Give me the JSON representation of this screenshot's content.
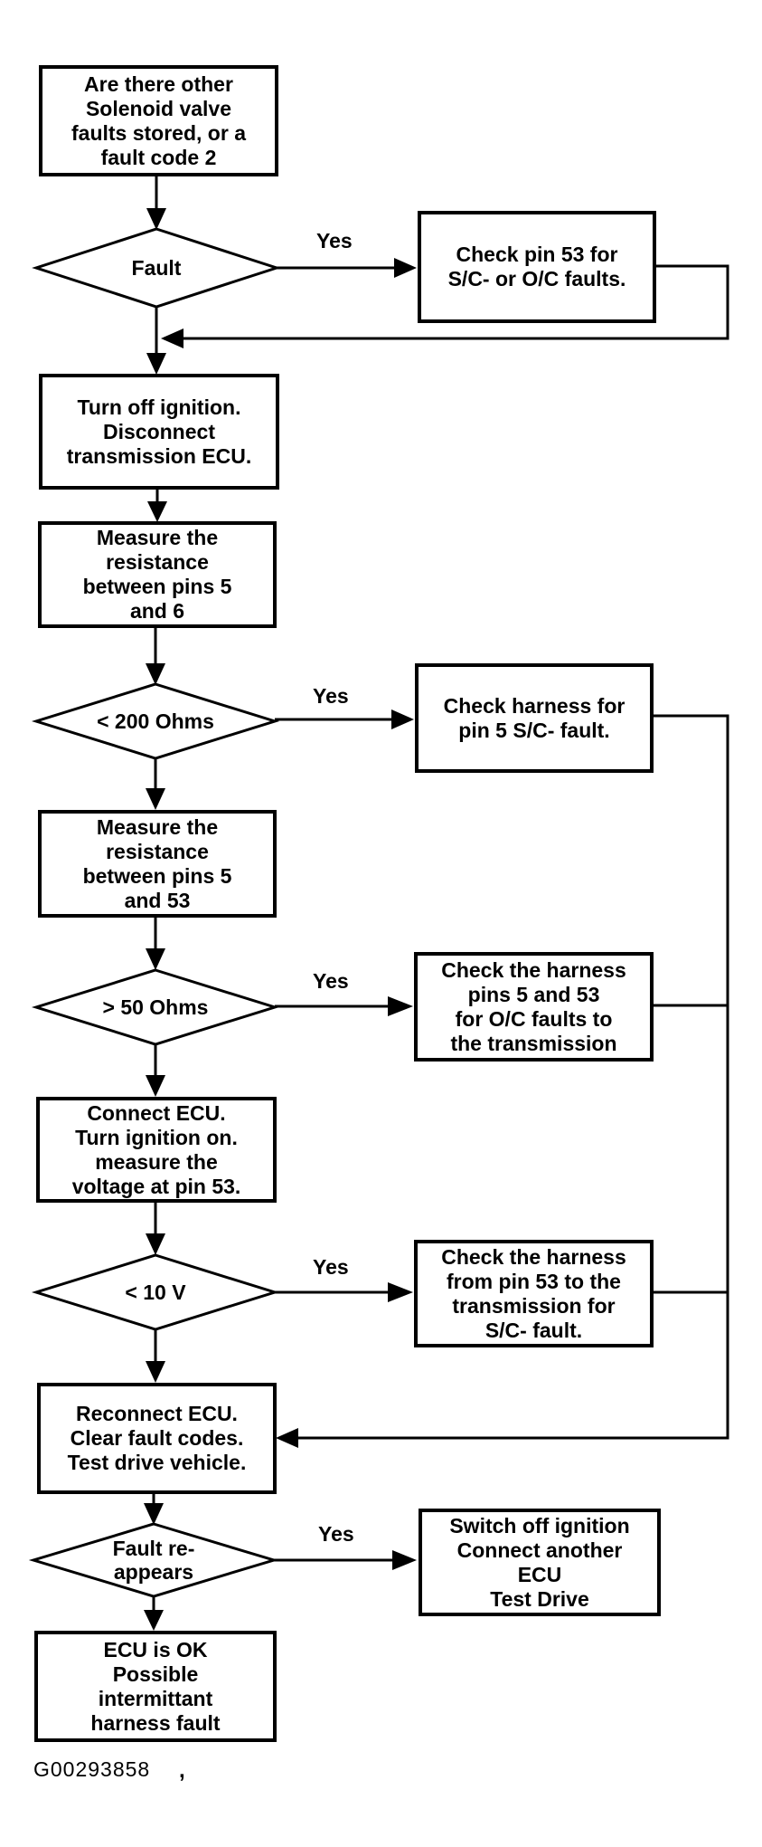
{
  "colors": {
    "ink": "#000000",
    "paper": "#ffffff"
  },
  "flowchart": {
    "yes_label": "Yes",
    "nodes": {
      "start": {
        "type": "process",
        "text": "Are there other\nSolenoid valve\nfaults stored, or a\nfault code 2"
      },
      "fault": {
        "type": "decision",
        "text": "Fault"
      },
      "check_pin53": {
        "type": "process",
        "text": "Check pin 53 for\nS/C- or O/C faults."
      },
      "turn_off_ignition": {
        "type": "process",
        "text": "Turn off ignition.\nDisconnect\ntransmission ECU."
      },
      "measure_pins_5_6": {
        "type": "process",
        "text": "Measure the\nresistance\nbetween pins 5\nand 6"
      },
      "under_200_ohms": {
        "type": "decision",
        "text": "< 200 Ohms"
      },
      "check_harness_pin5": {
        "type": "process",
        "text": "Check harness for\npin 5 S/C- fault."
      },
      "measure_pins_5_53": {
        "type": "process",
        "text": "Measure the\nresistance\nbetween pins 5\nand 53"
      },
      "over_50_ohms": {
        "type": "decision",
        "text": "> 50 Ohms"
      },
      "check_harness_5_53": {
        "type": "process",
        "text": "Check the harness\npins 5 and 53\nfor O/C faults to\nthe transmission"
      },
      "connect_ecu": {
        "type": "process",
        "text": "Connect ECU.\nTurn ignition on.\nmeasure the\nvoltage at pin 53."
      },
      "under_10_v": {
        "type": "decision",
        "text": "< 10 V"
      },
      "check_harness_53_trans": {
        "type": "process",
        "text": "Check the harness\nfrom pin 53 to the\ntransmission for\nS/C- fault."
      },
      "reconnect_ecu": {
        "type": "process",
        "text": "Reconnect ECU.\nClear fault codes.\nTest drive vehicle."
      },
      "fault_reappears": {
        "type": "decision",
        "text": "Fault re-\nappears"
      },
      "switch_off_ignition": {
        "type": "process",
        "text": "Switch off ignition\nConnect another\nECU\nTest Drive"
      },
      "ecu_ok": {
        "type": "process",
        "text": "ECU is OK\nPossible\nintermittant\nharness fault"
      }
    },
    "edges": [
      {
        "from": "start",
        "to": "fault",
        "label": ""
      },
      {
        "from": "fault",
        "to": "check_pin53",
        "label": "Yes"
      },
      {
        "from": "check_pin53",
        "to": "turn_off_ignition",
        "label": ""
      },
      {
        "from": "fault",
        "to": "turn_off_ignition",
        "label": ""
      },
      {
        "from": "turn_off_ignition",
        "to": "measure_pins_5_6",
        "label": ""
      },
      {
        "from": "measure_pins_5_6",
        "to": "under_200_ohms",
        "label": ""
      },
      {
        "from": "under_200_ohms",
        "to": "check_harness_pin5",
        "label": "Yes"
      },
      {
        "from": "under_200_ohms",
        "to": "measure_pins_5_53",
        "label": ""
      },
      {
        "from": "measure_pins_5_53",
        "to": "over_50_ohms",
        "label": ""
      },
      {
        "from": "over_50_ohms",
        "to": "check_harness_5_53",
        "label": "Yes"
      },
      {
        "from": "over_50_ohms",
        "to": "connect_ecu",
        "label": ""
      },
      {
        "from": "connect_ecu",
        "to": "under_10_v",
        "label": ""
      },
      {
        "from": "under_10_v",
        "to": "check_harness_53_trans",
        "label": "Yes"
      },
      {
        "from": "under_10_v",
        "to": "reconnect_ecu",
        "label": ""
      },
      {
        "from": "check_harness_pin5",
        "to": "reconnect_ecu",
        "label": ""
      },
      {
        "from": "check_harness_5_53",
        "to": "reconnect_ecu",
        "label": ""
      },
      {
        "from": "check_harness_53_trans",
        "to": "reconnect_ecu",
        "label": ""
      },
      {
        "from": "reconnect_ecu",
        "to": "fault_reappears",
        "label": ""
      },
      {
        "from": "fault_reappears",
        "to": "switch_off_ignition",
        "label": "Yes"
      },
      {
        "from": "fault_reappears",
        "to": "ecu_ok",
        "label": ""
      }
    ]
  },
  "figure": {
    "code": "G00293858",
    "stray_mark": ","
  }
}
